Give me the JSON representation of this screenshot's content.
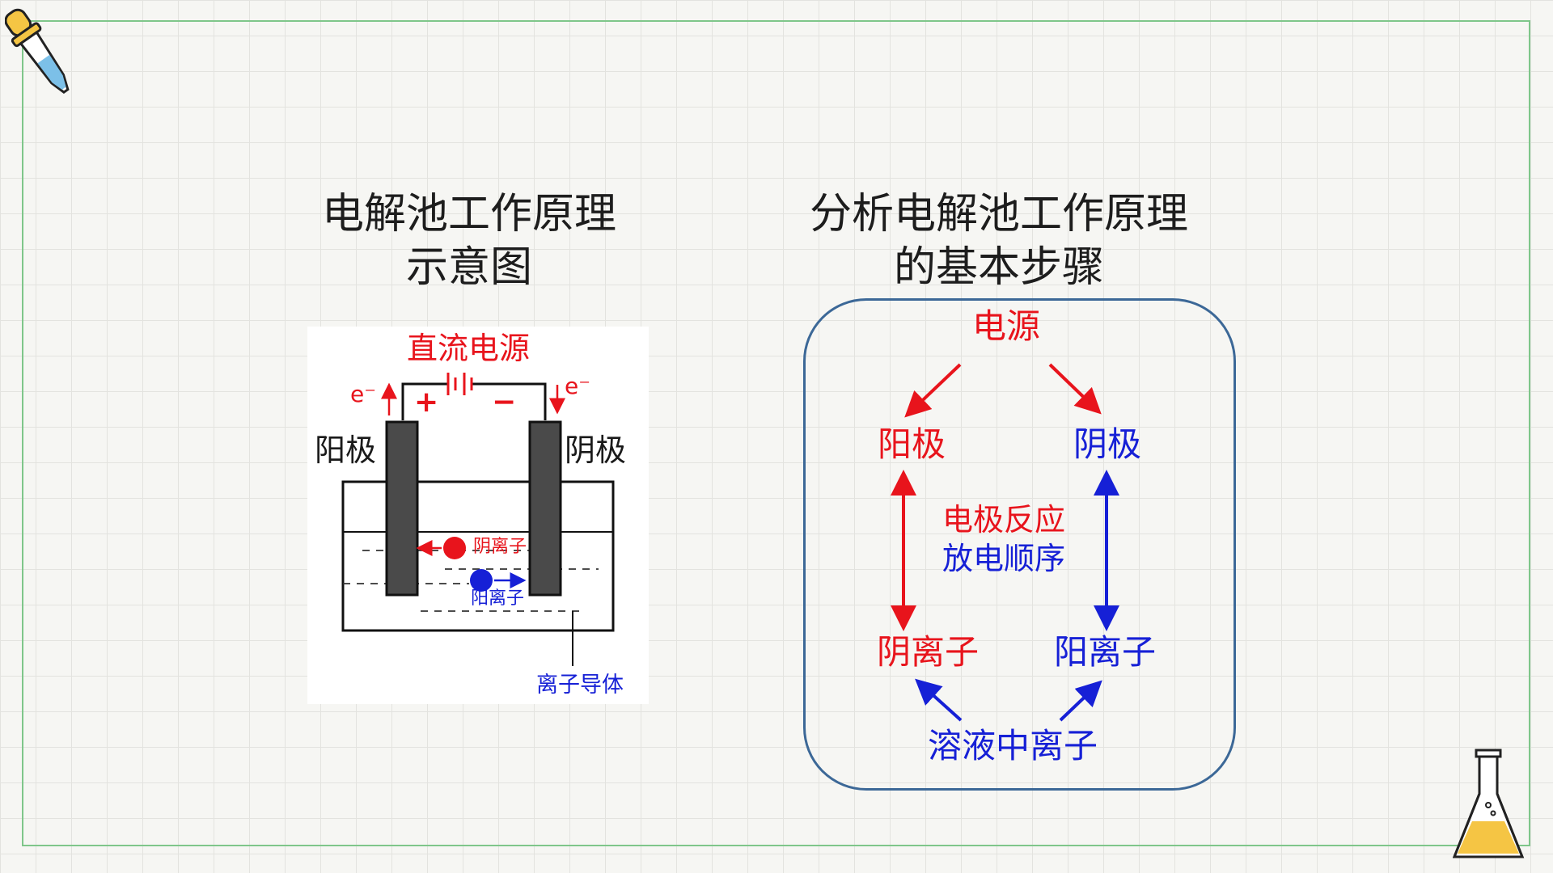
{
  "diagram_title": "电解池工作原理示意图",
  "left": {
    "title_line1": "电解池工作原理",
    "title_line2": "示意图",
    "power_source": "直流电源",
    "electron_left": "e⁻",
    "electron_right": "e⁻",
    "plus_sign": "+",
    "minus_sign": "−",
    "anode": "阳极",
    "cathode": "阴极",
    "anion": "阴离子",
    "cation": "阳离子",
    "ion_conductor": "离子导体"
  },
  "right": {
    "title_line1": "分析电解池工作原理",
    "title_line2": "的基本步骤",
    "power": "电源",
    "anode": "阳极",
    "cathode": "阴极",
    "center_line1": "电极反应",
    "center_line2": "放电顺序",
    "anion": "阴离子",
    "cation": "阳离子",
    "solution_ions": "溶液中离子"
  },
  "colors": {
    "red": "#e8141c",
    "blue": "#1620d6",
    "frame_green": "#7fc68a",
    "box_border": "#3c6897",
    "electrode": "#4a4a4a"
  },
  "decorations": [
    "dropper-icon",
    "flask-icon"
  ]
}
